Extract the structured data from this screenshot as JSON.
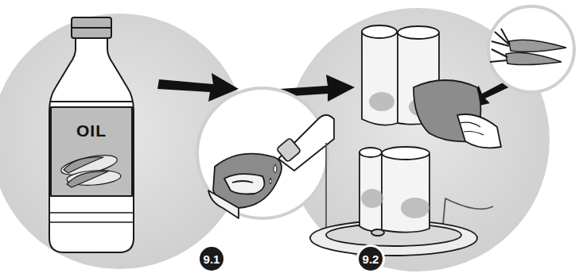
{
  "diagram": {
    "nodes": [
      {
        "text": [
          "9.1"
        ]
      },
      {
        "text": [
          "9.2"
        ]
      }
    ],
    "labels": [
      "OIL"
    ]
  }
}
